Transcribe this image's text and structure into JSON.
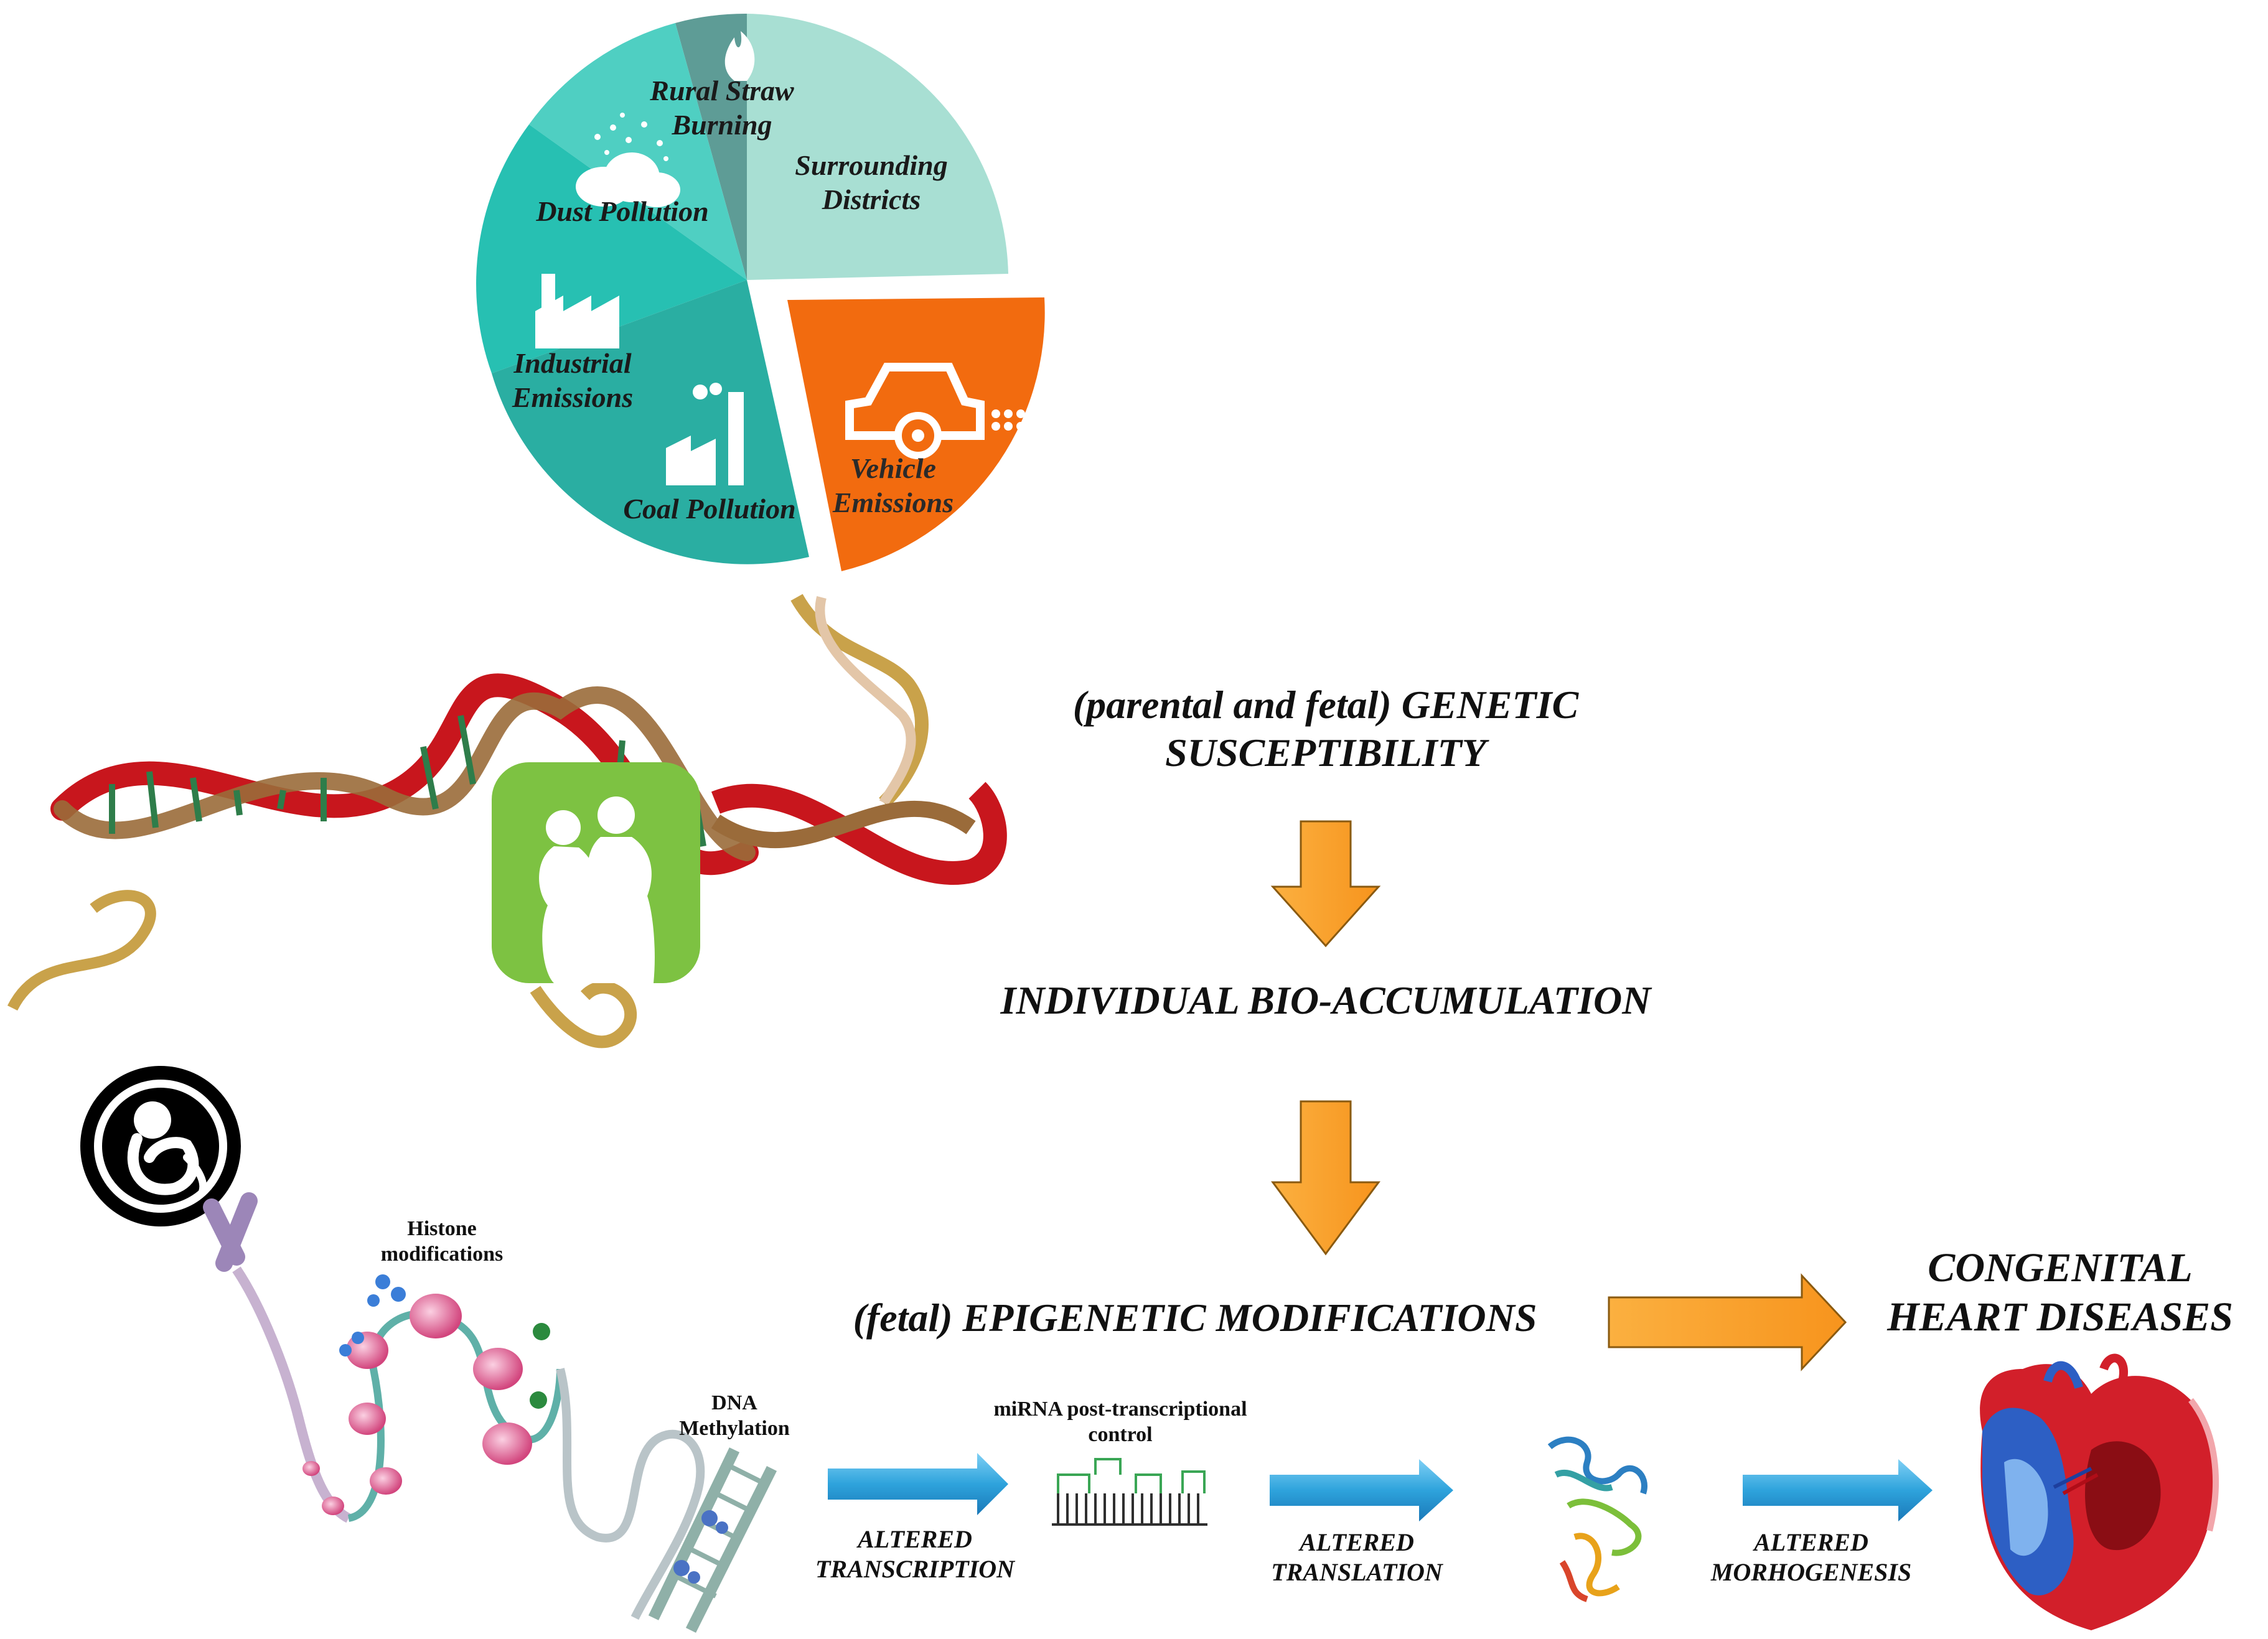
{
  "pie": {
    "slices": [
      {
        "key": "surrounding",
        "label": "Surrounding Districts",
        "color": "#a8dfd3"
      },
      {
        "key": "vehicle",
        "label": "Vehicle Emissions",
        "color": "#f26b0f"
      },
      {
        "key": "coal",
        "label": "Coal Pollution",
        "color": "#2aaea2"
      },
      {
        "key": "industrial",
        "label": "Industrial Emissions",
        "color": "#27c0b2"
      },
      {
        "key": "dust",
        "label": "Dust Pollution",
        "color": "#4fcfc2"
      },
      {
        "key": "rural",
        "label": "Rural Straw Burning",
        "color": "#5e9c96"
      }
    ],
    "labels": {
      "surrounding_1": "Surrounding",
      "surrounding_2": "Districts",
      "vehicle_1": "Vehicle",
      "vehicle_2": "Emissions",
      "coal": "Coal Pollution",
      "industrial_1": "Industrial",
      "industrial_2": "Emissions",
      "dust": "Dust Pollution",
      "rural_1": "Rural Straw",
      "rural_2": "Burning"
    }
  },
  "flow": {
    "genetic_1": "(parental and fetal) GENETIC",
    "genetic_2": "SUSCEPTIBILITY",
    "bioaccumulation": "INDIVIDUAL BIO-ACCUMULATION",
    "epigenetic": "(fetal) EPIGENETIC MODIFICATIONS",
    "chd_1": "CONGENITAL",
    "chd_2": "HEART DISEASES"
  },
  "mechanism": {
    "histone_1": "Histone",
    "histone_2": "modifications",
    "dna_1": "DNA",
    "dna_2": "Methylation",
    "mirna_1": "miRNA post-transcriptional",
    "mirna_2": "control",
    "transcription_1": "ALTERED",
    "transcription_2": "TRANSCRIPTION",
    "translation_1": "ALTERED",
    "translation_2": "TRANSLATION",
    "morphogenesis_1": "ALTERED",
    "morphogenesis_2": "MORHOGENESIS"
  },
  "colors": {
    "orange_arrow": "#f7941d",
    "blue_arrow": "#2ea3dc",
    "green_box": "#7dc242",
    "dna_red": "#c8161d",
    "dna_gold": "#c9a24a",
    "heart_red": "#d21f2a",
    "heart_blue": "#2d5fc4"
  }
}
